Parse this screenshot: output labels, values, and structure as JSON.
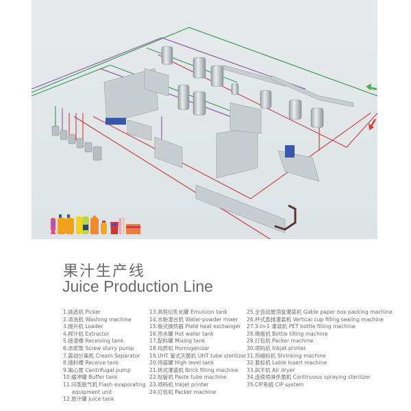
{
  "illustration": {
    "description": "3D isometric rendering of a juice production line with tanks, pipes and conveyors, with product packaging examples in the lower-left",
    "arrows": [
      {
        "name": "inflow-arrow",
        "color": "#4caf50",
        "direction": "left"
      },
      {
        "name": "outflow-arrow",
        "color": "#e53935",
        "direction": "down-left"
      }
    ],
    "pipe_colors": {
      "green": "#3f9a5a",
      "purple": "#8e5ca8",
      "red": "#c9474a"
    },
    "products": [
      "pouch bottle",
      "orange juice jug",
      "orange juice jug",
      "yellow bottle",
      "green bottle",
      "gable carton",
      "small juice bottle",
      "spout pouch",
      "paste tube",
      "paste tube",
      "canned drinks"
    ]
  },
  "title": {
    "zh": "果汁生产线",
    "en": "Juice Production Line"
  },
  "legend": {
    "col1": [
      "1.挑选机 Picker",
      "2.清洗机 Washing machine",
      "3.提升机 Loader",
      "4.榨汁机 Extractor",
      "5.接渣槽 Receiving tank",
      "6.浓浆泵 Screw slurry pump",
      "7.震动分离机 Cream Separator",
      "8.接料槽 Receive tank",
      "9.离心泵 Centrifugal pump",
      "10.缓冲罐 Buffer tank",
      "11.闪蒸脱气机 Flash evaporating",
      "equipment unit",
      "12.原汁罐 Juice tank"
    ],
    "col2": [
      "13.高剪切乳化罐 Emulsion tank",
      "14.水粉混合机 Water-powder mixer",
      "15.板式换热器 Plate heat exchanger",
      "16.热水罐 Hot water tank",
      "17.配料罐 Mixing tank",
      "18.均质机 Homogenizer",
      "19.UHT 管式灭菌机 UHT tube sterilizer",
      "20.待装罐 High level tank",
      "21.砖式灌装机 Brick filling machine",
      "22.贴管机 Paste tube machine",
      "23.喷码机 Inkjet printer",
      "24.打包机 Packer machine"
    ],
    "col3": [
      "25.全自动屋顶盒灌装机 Gable paper box packing machine",
      "26.杯式直排灌装机 Vertical cup filling sealing machine",
      "27.3-in-1 灌装机 PET bottle filling machine",
      "28.倒瓶机 Bottle tilling machine",
      "29.打包机 Packer machine",
      "30.喷码机 Inkjet printer",
      "31.热缩标机 Shrinking machine",
      "32.套标机 Lable Insert machine",
      "33.风干机 Air dryer",
      "34.连续喷淋杀菌机 Continuous spraying sterilizer",
      "35.CIP系统 CIP system"
    ]
  }
}
